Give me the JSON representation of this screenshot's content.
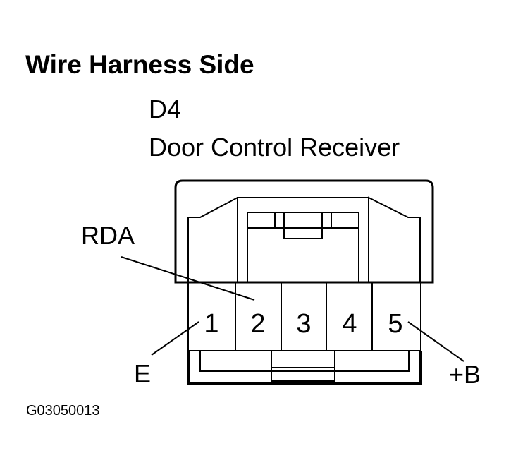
{
  "title": "Wire Harness Side",
  "connector": {
    "code": "D4",
    "name": "Door Control Receiver"
  },
  "pins": [
    "1",
    "2",
    "3",
    "4",
    "5"
  ],
  "callouts": {
    "rda": "RDA",
    "e": "E",
    "plus_b": "+B"
  },
  "figure_id": "G03050013"
}
